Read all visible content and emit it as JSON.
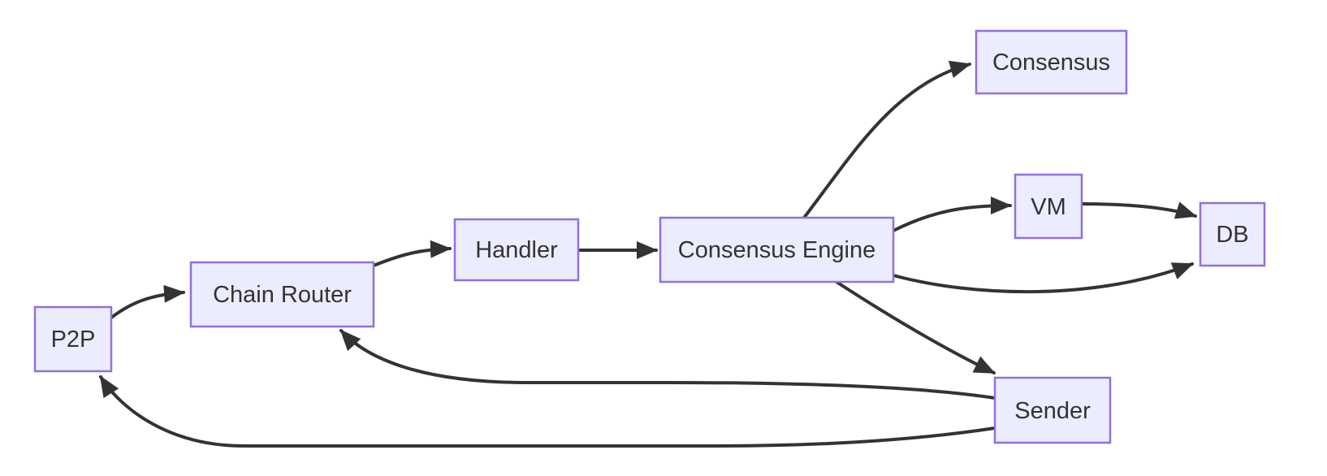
{
  "diagram": {
    "type": "flowchart",
    "direction": "left-to-right",
    "style": {
      "background_color": "#ffffff",
      "node_fill_color": "#ECECFF",
      "node_border_color": "#9370DB",
      "edge_color": "#333333",
      "text_color": "#333333"
    },
    "nodes": [
      {
        "id": "p2p",
        "label": "P2P"
      },
      {
        "id": "chain-router",
        "label": "Chain Router"
      },
      {
        "id": "handler",
        "label": "Handler"
      },
      {
        "id": "consensus-engine",
        "label": "Consensus Engine"
      },
      {
        "id": "consensus",
        "label": "Consensus"
      },
      {
        "id": "vm",
        "label": "VM"
      },
      {
        "id": "db",
        "label": "DB"
      },
      {
        "id": "sender",
        "label": "Sender"
      }
    ],
    "edges": [
      {
        "from": "P2P",
        "to": "Chain Router"
      },
      {
        "from": "Chain Router",
        "to": "Handler"
      },
      {
        "from": "Handler",
        "to": "Consensus Engine"
      },
      {
        "from": "Consensus Engine",
        "to": "Consensus"
      },
      {
        "from": "Consensus Engine",
        "to": "VM"
      },
      {
        "from": "VM",
        "to": "DB"
      },
      {
        "from": "Consensus Engine",
        "to": "DB"
      },
      {
        "from": "Consensus Engine",
        "to": "Sender"
      },
      {
        "from": "Sender",
        "to": "Chain Router"
      },
      {
        "from": "Sender",
        "to": "P2P"
      }
    ]
  }
}
